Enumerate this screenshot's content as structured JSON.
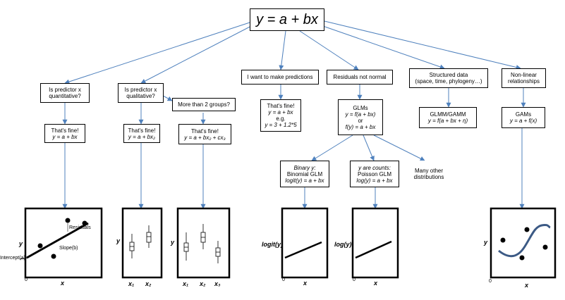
{
  "root": {
    "formula": "y = a + bx"
  },
  "nodes": {
    "q_quant": {
      "l1": "Is predictor x",
      "l2": "quantitative?"
    },
    "q_qual": {
      "l1": "Is predictor x",
      "l2": "qualitative?"
    },
    "more_groups": {
      "l1": "More than 2 groups?"
    },
    "predict": {
      "l1": "I want to make predictions"
    },
    "resid": {
      "l1": "Residuals not normal"
    },
    "structured": {
      "l1": "Structured data",
      "l2": "(space, time, phylogeny…)"
    },
    "nonlinear": {
      "l1": "Non-linear",
      "l2": "relationships"
    },
    "fine1": {
      "l1": "That's fine!",
      "l2": "y = a + bx"
    },
    "fine2": {
      "l1": "That's fine!",
      "l2": "y = a + bx₂"
    },
    "fine3": {
      "l1": "That's fine!",
      "l2": "y = a + bx₂ + cx₃"
    },
    "fine_pred": {
      "l1": "That's fine!",
      "l2": "y = a + bx",
      "l3": "e.g.",
      "l4": "y = 3 + 1.2*5"
    },
    "glms": {
      "l1": "GLMs",
      "l2": "y = f(a + bx)",
      "l3": "or",
      "l4": "f(y) = a + bx"
    },
    "glmm": {
      "l1": "GLMM/GAMM",
      "l2": "y = f(a + bx + η)"
    },
    "gams": {
      "l1": "GAMs",
      "l2": "y = a + f(x)"
    },
    "binary": {
      "l1": "Binary y:",
      "l2": "Binomial GLM",
      "l3": "logit(y) = a + bx"
    },
    "counts": {
      "l1": "y are counts:",
      "l2": "Poisson GLM",
      "l3": "log(y) = a + bx"
    },
    "many": {
      "l1": "Many other",
      "l2": "distributions"
    }
  },
  "plots": {
    "p1": {
      "ylabel": "y",
      "xlabel": "x",
      "zero": "0",
      "residuals": "Residuals",
      "slope": "Slope(b)",
      "intercept": "Intercept(a)"
    },
    "p2": {
      "ylabel": "y",
      "x1": "x₁",
      "x2": "x₂"
    },
    "p3": {
      "ylabel": "y",
      "x1": "x₁",
      "x2": "x₂",
      "x3": "x₃"
    },
    "p4": {
      "ylabel": "logit(y)",
      "xlabel": "x",
      "zero": "0"
    },
    "p5": {
      "ylabel": "log(y)",
      "xlabel": "x",
      "zero": "0"
    },
    "p6": {
      "ylabel": "y",
      "xlabel": "x",
      "zero": "0"
    }
  },
  "colors": {
    "arrow": "#4f81bd",
    "curve": "#3c5a85",
    "border": "#000000"
  }
}
